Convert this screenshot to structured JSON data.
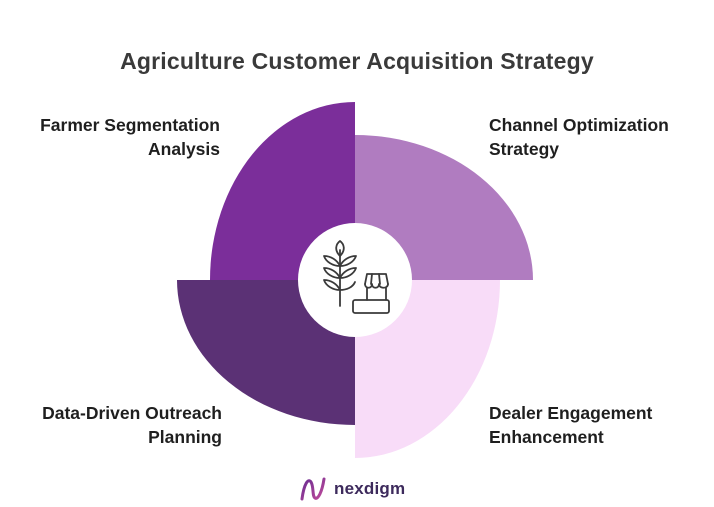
{
  "title": "Agriculture Customer Acquisition Strategy",
  "segments": [
    {
      "line1": "Farmer Segmentation",
      "line2": "Analysis",
      "color": "#7b2e9a"
    },
    {
      "line1": "Channel Optimization",
      "line2": "Strategy",
      "color": "#b07cc0"
    },
    {
      "line1": "Data-Driven Outreach",
      "line2": "Planning",
      "color": "#5b3175"
    },
    {
      "line1": "Dealer Engagement",
      "line2": "Enhancement",
      "color": "#f8dcf8"
    }
  ],
  "center_icon": "wheat-and-market-stall-icon",
  "brand": {
    "name": "nexdigm",
    "logo_icon": "nexdigm-logo-icon"
  }
}
